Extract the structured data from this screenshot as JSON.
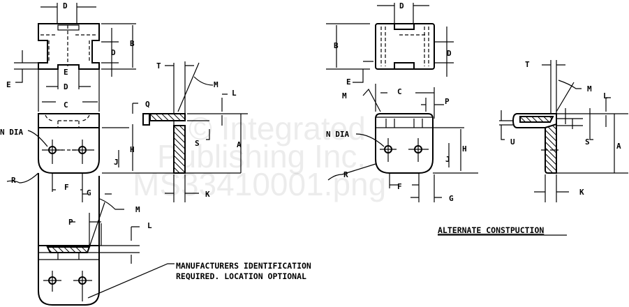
{
  "labels": {
    "D": "D",
    "B": "B",
    "E": "E",
    "C": "C",
    "Q": "Q",
    "N_DIA": "N DIA",
    "H": "H",
    "J": "J",
    "R": "R",
    "F": "F",
    "G": "G",
    "T": "T",
    "M": "M",
    "L": "L",
    "S": "S",
    "A": "A",
    "K": "K",
    "P": "P",
    "U": "U"
  },
  "notes": {
    "mfr_line1": "MANUFACTURERS IDENTIFICATION",
    "mfr_line2": "REQUIRED.  LOCATION OPTIONAL",
    "alternate": "ALTERNATE CONSTPUCTION"
  },
  "watermark": {
    "line1": "© Integrated",
    "line2": "Publishing Inc.",
    "line3": "MS33410001.png"
  }
}
